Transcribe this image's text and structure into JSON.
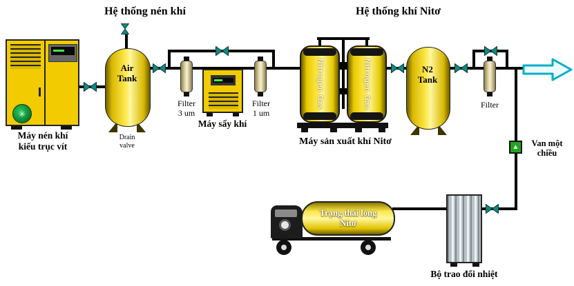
{
  "titles": {
    "air_system": "Hệ thống nén khí",
    "nitrogen_system": "Hệ thống khí Nitơ"
  },
  "labels": {
    "compressor": "Máy nén khí\nkiểu trục vít",
    "air_tank": "Air\nTank",
    "drain_valve": "Drain\nvalve",
    "filter_3um": "Filter\n3 um",
    "dryer": "Máy sấy khí",
    "filter_1um": "Filter\n1 um",
    "generator": "Máy sản xuất khí Nitơ",
    "tower_text": "Nitrogen Gas",
    "n2_tank": "N2\nTank",
    "outlet_filter": "Filter",
    "check_valve": "Van một\nchiều",
    "truck_tank": "Trạng thái lỏng\nNitơ",
    "heat_exchanger": "Bộ trao đổi nhiệt"
  },
  "icons": {
    "check_valve_arrow": "▲",
    "compressor_logo": "✳"
  },
  "colors": {
    "equipment_yellow": "#F2CC00",
    "valve_teal": "#0E8C84",
    "check_valve_green": "#1FA51F",
    "arrow_cyan": "#00AEC6",
    "pipe_black": "#000000"
  }
}
